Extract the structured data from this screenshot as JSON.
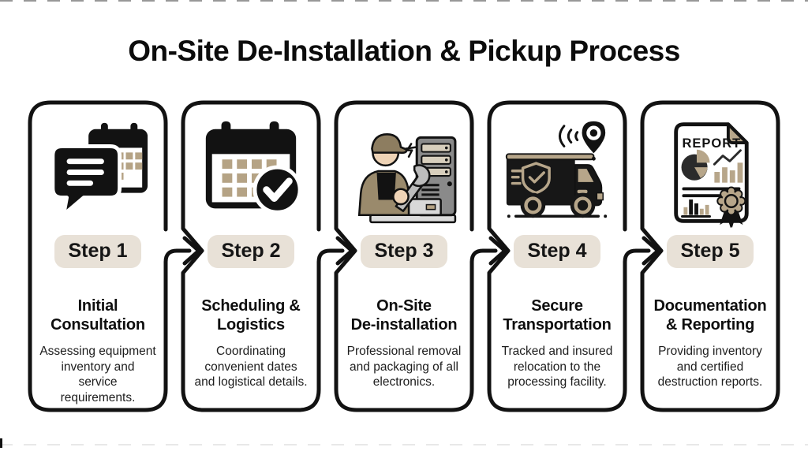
{
  "page": {
    "title": "On-Site De-Installation & Pickup Process"
  },
  "colors": {
    "ink": "#121212",
    "accent_tan": "#b5a385",
    "badge_background": "#e8e1d7",
    "server_gray": "#8a8a8a",
    "skin_tone": "#eed3b6"
  },
  "steps": [
    {
      "badge": "Step 1",
      "title": "Initial\nConsultation",
      "desc": "Assessing equipment\ninventory and\nservice\nrequirements.",
      "icon": "chat-calendar"
    },
    {
      "badge": "Step 2",
      "title": "Scheduling &\nLogistics",
      "desc": "Coordinating\nconvenient dates\nand logistical details.",
      "icon": "calendar-check"
    },
    {
      "badge": "Step 3",
      "title": "On-Site\nDe-installation",
      "desc": "Professional removal\nand packaging of all\nelectronics.",
      "icon": "technician-server"
    },
    {
      "badge": "Step 4",
      "title": "Secure\nTransportation",
      "desc": "Tracked and insured\nrelocation to the\nprocessing facility.",
      "icon": "tracked-truck"
    },
    {
      "badge": "Step 5",
      "title": "Documentation\n& Reporting",
      "desc": "Providing inventory\nand certified\ndestruction reports.",
      "icon": "report-certificate",
      "icon_label": "REPORT"
    }
  ]
}
